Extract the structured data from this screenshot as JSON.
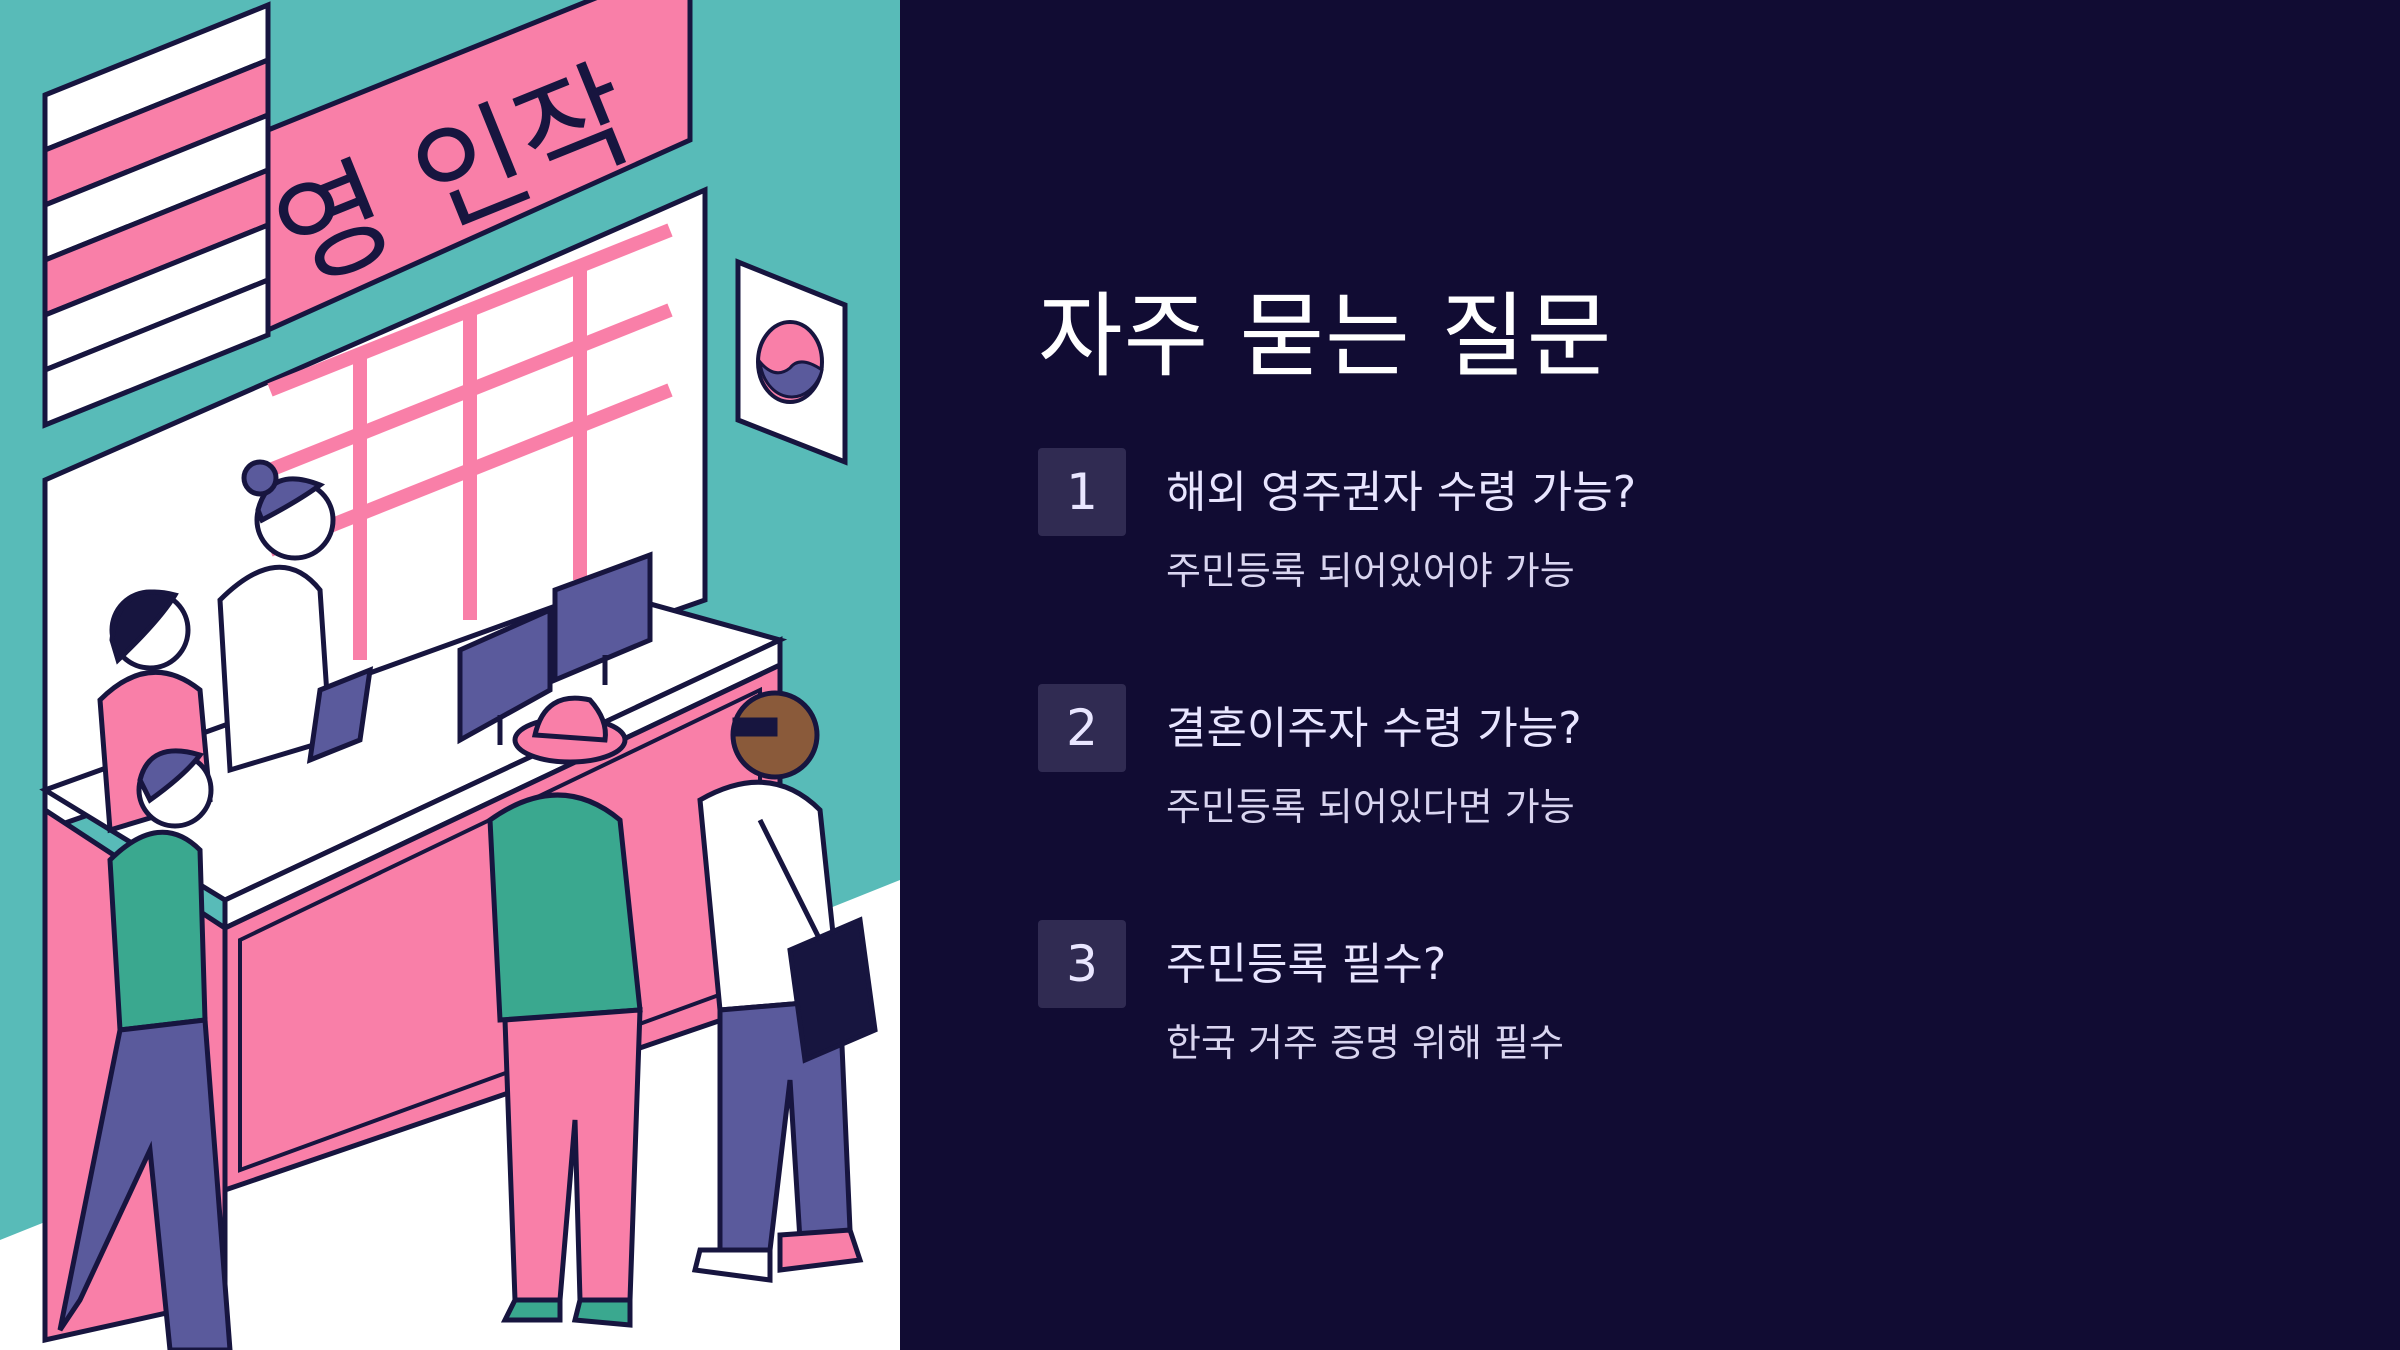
{
  "illustration": {
    "sign_text": "영 인작"
  },
  "faq": {
    "title": "자주 묻는 질문",
    "items": [
      {
        "number": "1",
        "question": "해외 영주권자 수령 가능?",
        "answer": "주민등록 되어있어야 가능"
      },
      {
        "number": "2",
        "question": "결혼이주자 수령 가능?",
        "answer": "주민등록 되어있다면 가능"
      },
      {
        "number": "3",
        "question": "주민등록 필수?",
        "answer": "한국 거주 증명 위해 필수"
      }
    ]
  },
  "colors": {
    "background": "#110c33",
    "badge": "#302b52",
    "teal": "#58bbb8",
    "pink": "#f97fa8",
    "navy": "#17153f",
    "purple": "#5a5a9c"
  }
}
